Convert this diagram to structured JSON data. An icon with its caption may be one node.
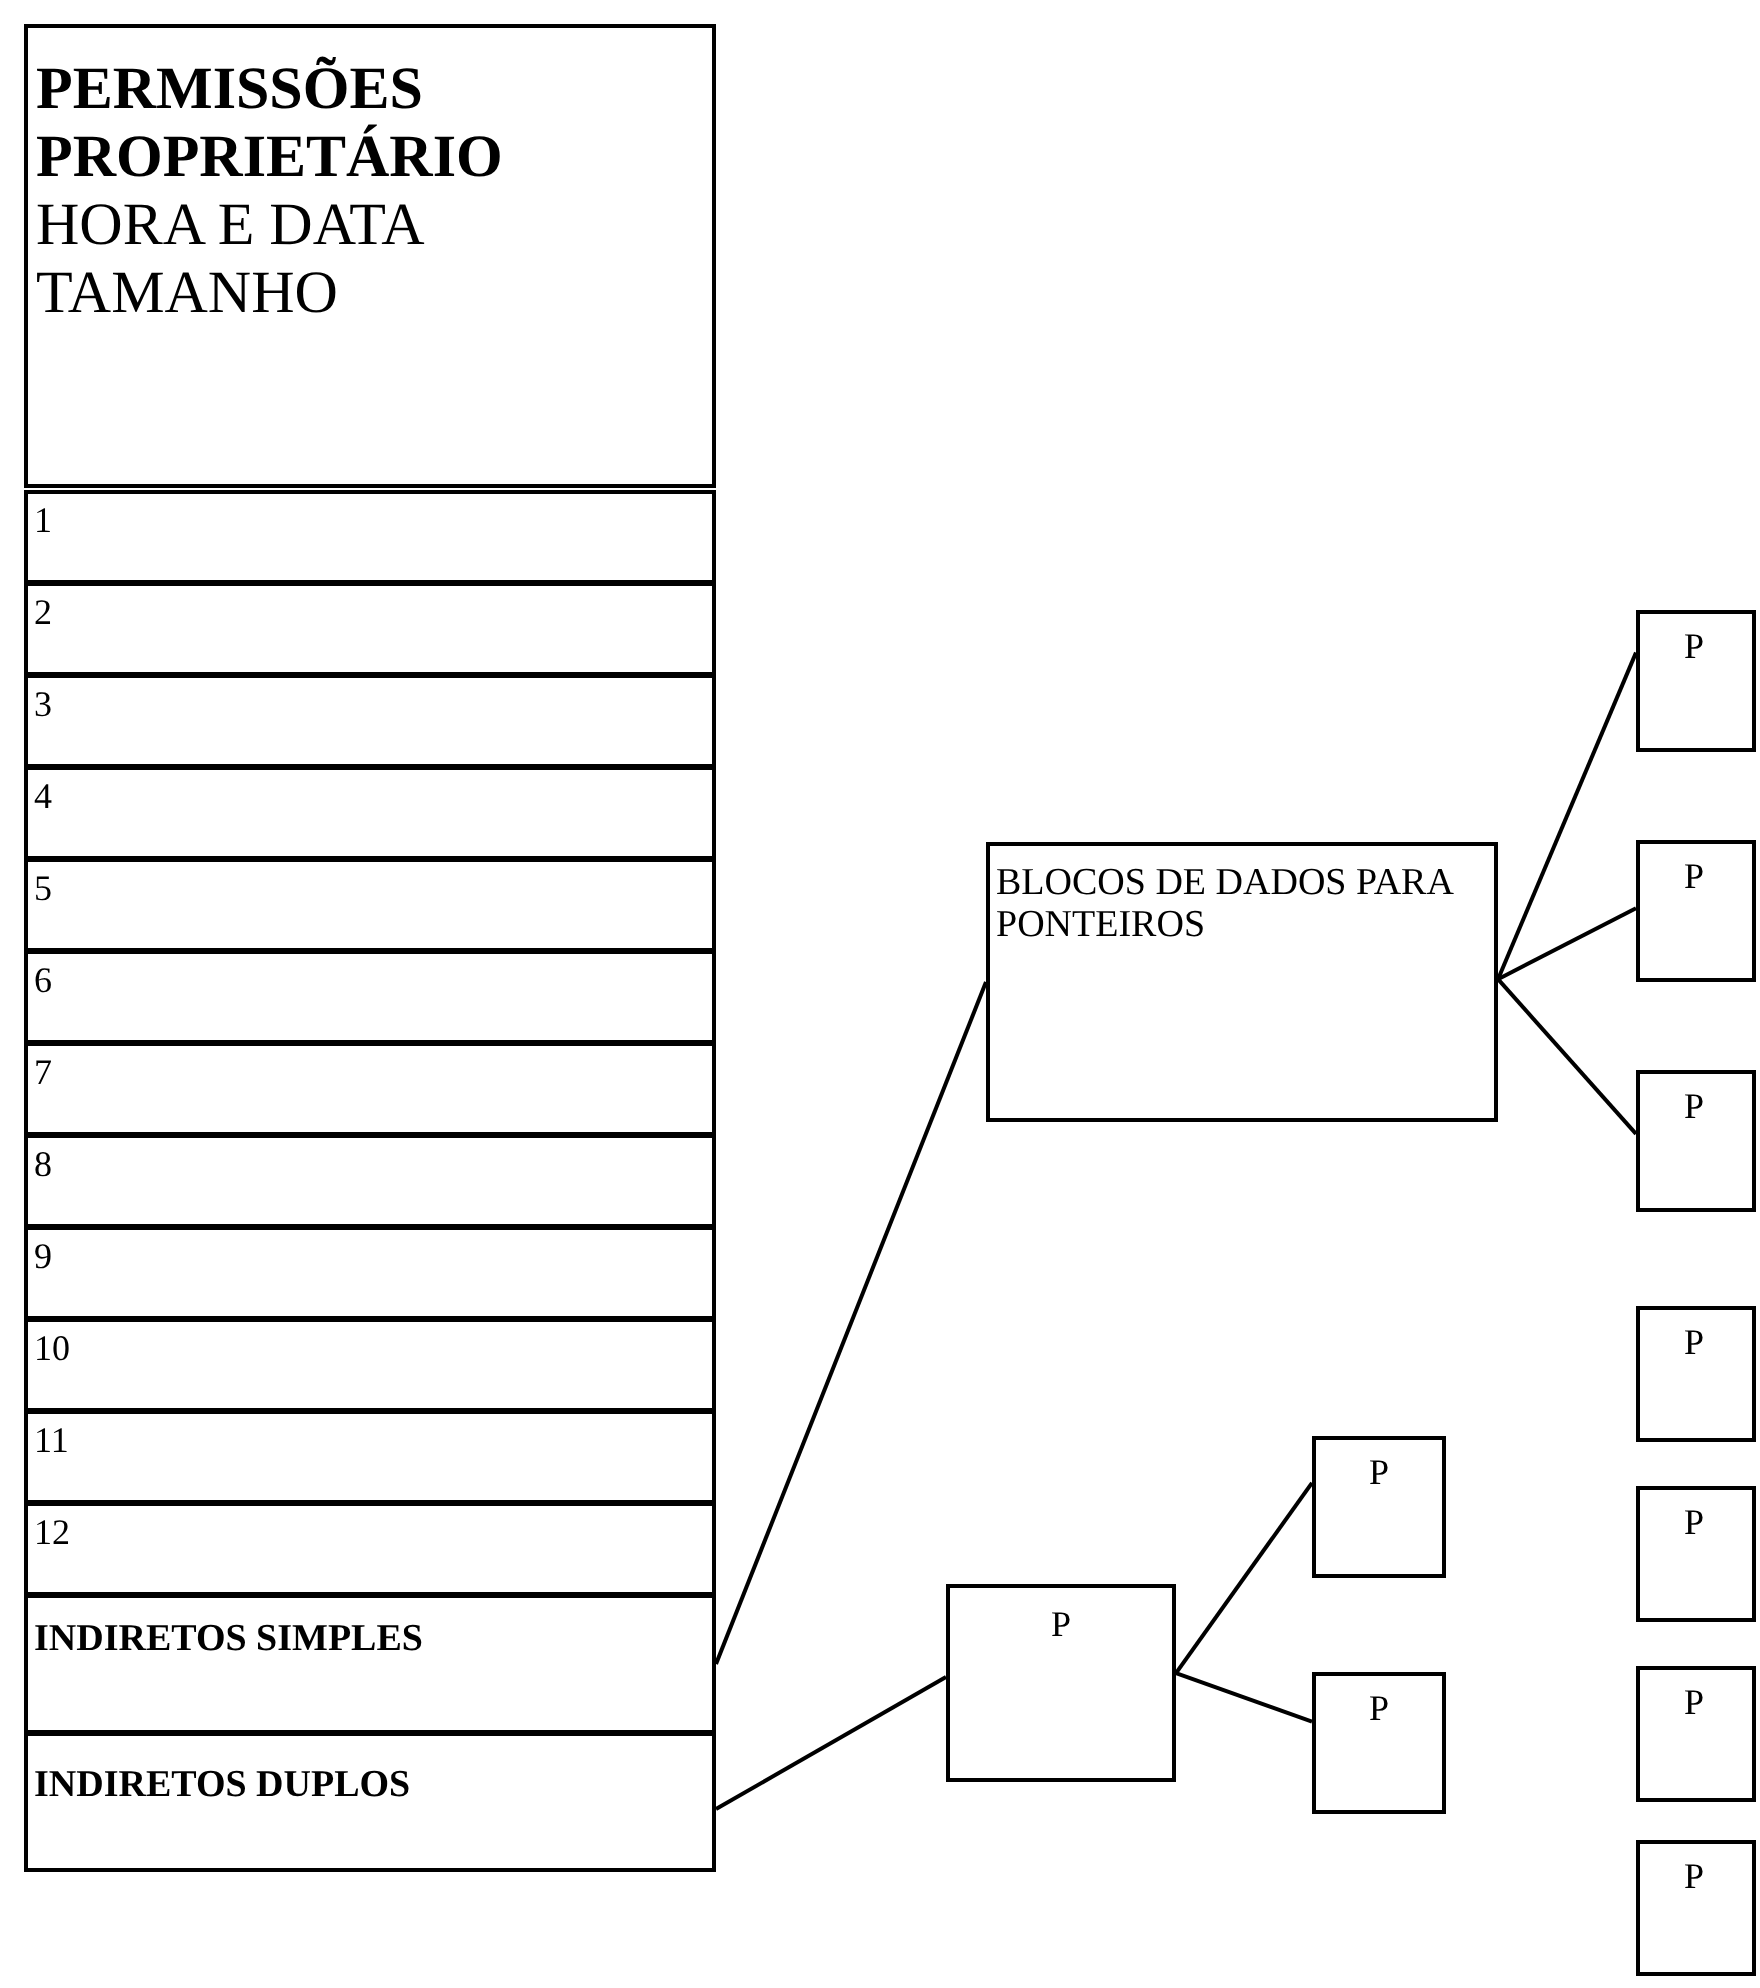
{
  "diagram": {
    "nodes": [
      {
        "text": [
          "PERMISSÕES",
          "PROPRIETÁRIO",
          "HORA E DATA",
          "TAMANHO"
        ]
      },
      {
        "text": [
          "1"
        ]
      },
      {
        "text": [
          "2"
        ]
      },
      {
        "text": [
          "3"
        ]
      },
      {
        "text": [
          "4"
        ]
      },
      {
        "text": [
          "5"
        ]
      },
      {
        "text": [
          "6"
        ]
      },
      {
        "text": [
          "7"
        ]
      },
      {
        "text": [
          "8"
        ]
      },
      {
        "text": [
          "9"
        ]
      },
      {
        "text": [
          "10"
        ]
      },
      {
        "text": [
          "11"
        ]
      },
      {
        "text": [
          "12"
        ]
      },
      {
        "text": [
          "INDIRETOS SIMPLES"
        ]
      },
      {
        "text": [
          "INDIRETOS DUPLOS"
        ]
      },
      {
        "text": [
          "BLOCOS DE DADOS PARA PONTEIROS"
        ]
      },
      {
        "text": [
          "P"
        ]
      },
      {
        "text": [
          "P"
        ]
      },
      {
        "text": [
          "P"
        ]
      },
      {
        "text": [
          "P"
        ]
      },
      {
        "text": [
          "P"
        ]
      },
      {
        "text": [
          "P"
        ]
      },
      {
        "text": [
          "P"
        ]
      },
      {
        "text": [
          "P"
        ]
      },
      {
        "text": [
          "P"
        ]
      },
      {
        "text": [
          "P"
        ]
      }
    ],
    "edges": [
      {
        "from": 13,
        "to": 15,
        "arrow": "none"
      },
      {
        "from": 14,
        "to": 19,
        "arrow": "none"
      },
      {
        "from": 15,
        "to": 16,
        "arrow": "none"
      },
      {
        "from": 15,
        "to": 17,
        "arrow": "none"
      },
      {
        "from": 15,
        "to": 18,
        "arrow": "none"
      },
      {
        "from": 19,
        "to": 20,
        "arrow": "none"
      },
      {
        "from": 19,
        "to": 21,
        "arrow": "none"
      }
    ]
  }
}
